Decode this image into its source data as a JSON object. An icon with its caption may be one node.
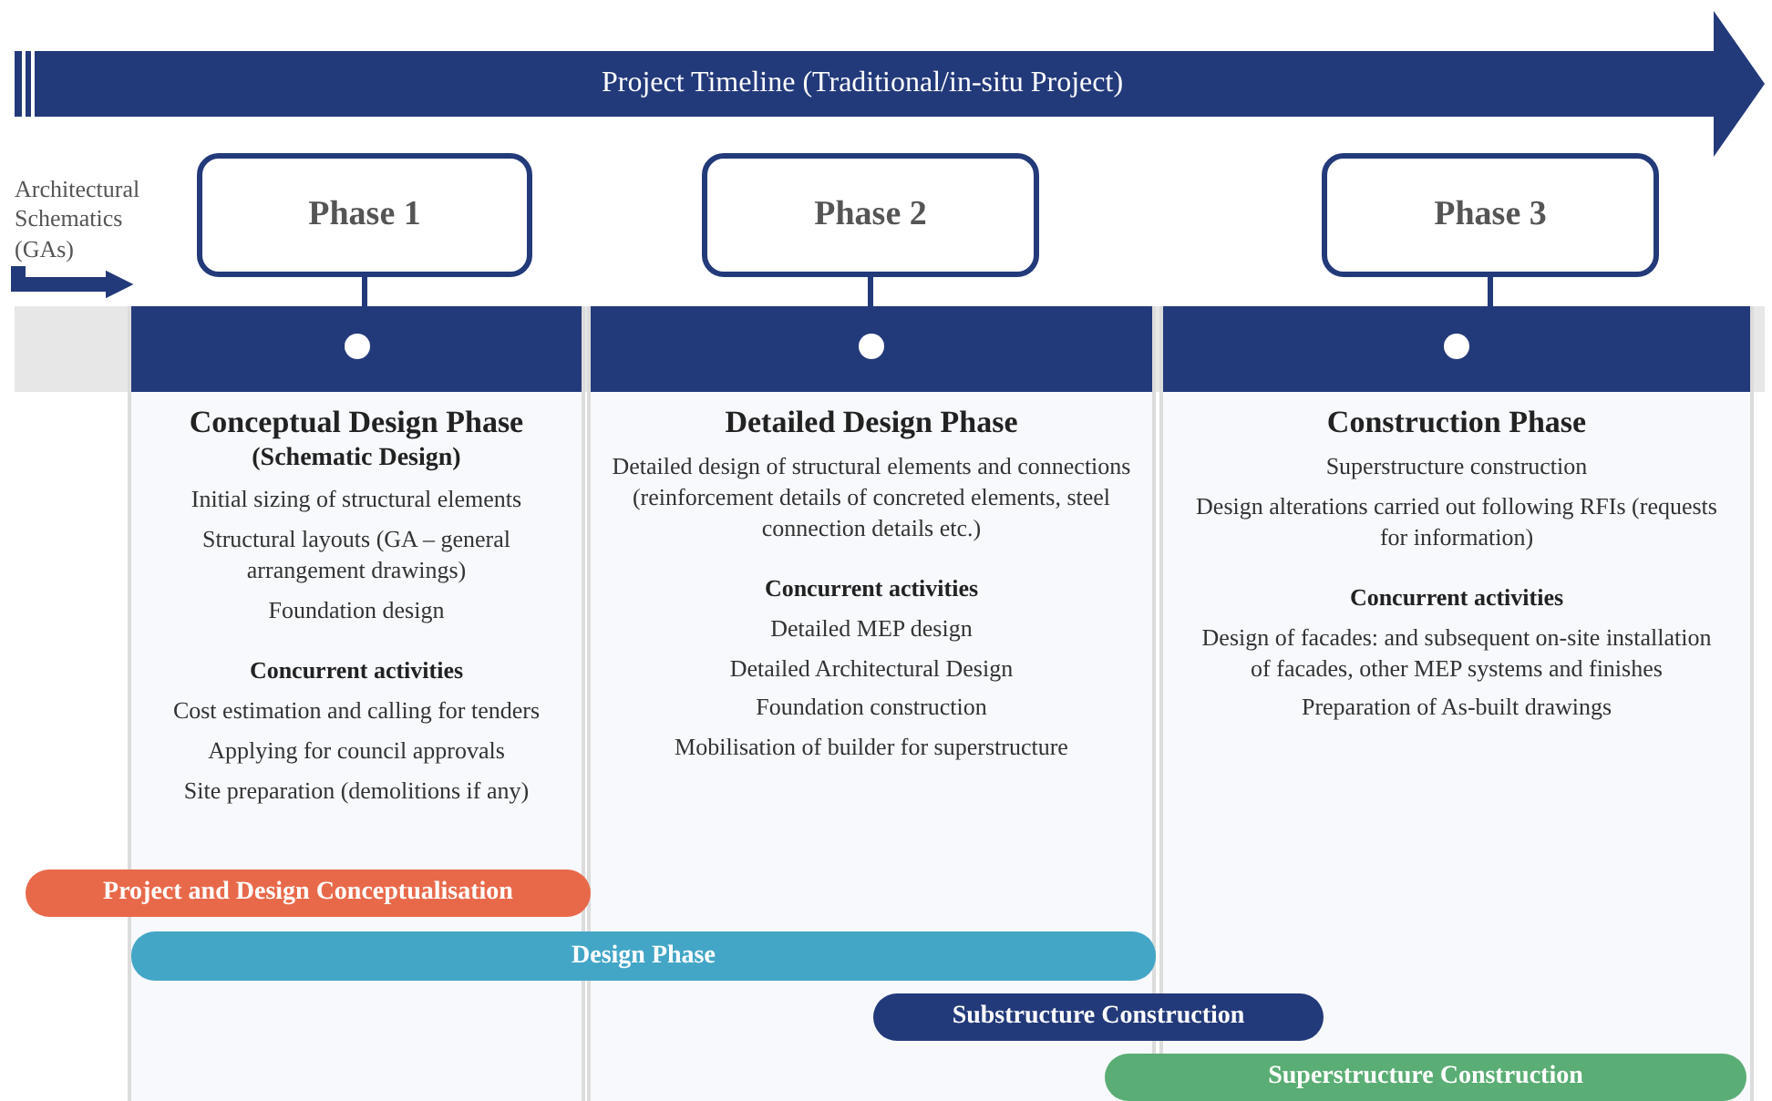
{
  "diagram": {
    "nodes": [
      {
        "text": [
          "Project Timeline (Traditional/in-situ Project)"
        ]
      },
      {
        "text": [
          "Architectural Schematics (GAs)"
        ]
      },
      {
        "text": [
          "Phase 1"
        ]
      },
      {
        "text": [
          "Phase 2"
        ]
      },
      {
        "text": [
          "Phase 3"
        ]
      },
      {
        "text": [
          "Conceptual Design Phase",
          "(Schematic Design)",
          "Initial sizing of structural elements",
          "Structural layouts (GA – general arrangement drawings)",
          "Foundation design",
          "Concurrent activities",
          "Cost estimation and calling for tenders",
          "Applying for council approvals",
          "Site preparation (demolitions if any)"
        ]
      },
      {
        "text": [
          "Detailed Design Phase",
          "Detailed design of structural elements and connections (reinforcement details of concreted elements, steel connection details etc.)",
          "Concurrent activities",
          "Detailed MEP design",
          "Detailed Architectural Design",
          "Foundation construction",
          "Mobilisation of builder for superstructure"
        ]
      },
      {
        "text": [
          "Construction Phase",
          "Superstructure construction",
          "Design alterations carried out following RFIs (requests for information)",
          "Concurrent activities",
          "Design of facades: and subsequent on-site installation of facades, other MEP systems and finishes",
          "Preparation of As-built drawings"
        ]
      },
      {
        "text": [
          "Project and Design Conceptualisation"
        ]
      },
      {
        "text": [
          "Design Phase"
        ]
      },
      {
        "text": [
          "Substructure Construction"
        ]
      },
      {
        "text": [
          "Superstructure Construction"
        ]
      }
    ],
    "edges": [
      {
        "from": 1,
        "to": 5,
        "arrow": "to",
        "style": "thick"
      },
      {
        "from": 2,
        "to": 5,
        "arrow": "none"
      },
      {
        "from": 3,
        "to": 6,
        "arrow": "none"
      },
      {
        "from": 4,
        "to": 7,
        "arrow": "none"
      }
    ]
  }
}
